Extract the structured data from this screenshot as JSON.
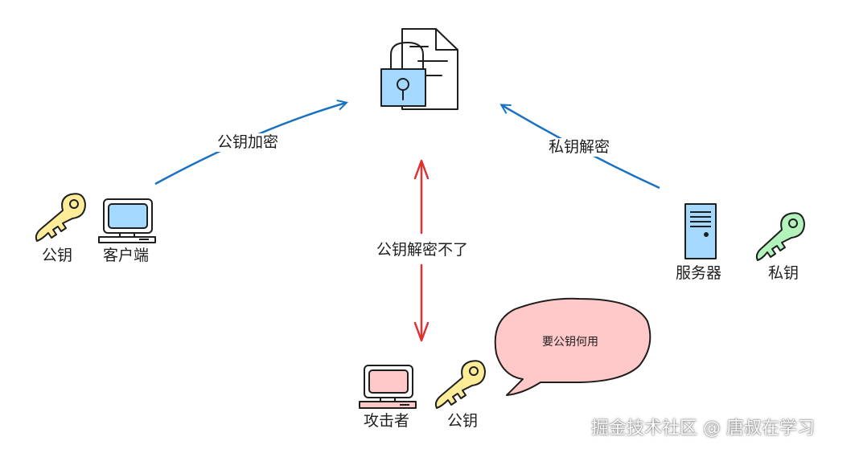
{
  "diagram": {
    "edges": {
      "client_to_lock": "公钥加密",
      "server_to_lock": "私钥解密",
      "attacker_to_lock": "公钥解密不了"
    },
    "nodes": {
      "client": {
        "label": "客户端",
        "key_label": "公钥"
      },
      "server": {
        "label": "服务器",
        "key_label": "私钥"
      },
      "attacker": {
        "label": "攻击者",
        "key_label": "公钥"
      }
    },
    "speech_bubble": "要公钥何用",
    "watermark": "掘金技术社区 @ 唐叔在学习"
  },
  "colors": {
    "blue_arrow": "#1971c2",
    "red_arrow": "#e03131",
    "yellow_key": "#ffec99",
    "green_key": "#b2f2bb",
    "blue_fill": "#a5d8ff",
    "pink_fill": "#ffc9c9"
  },
  "icons": [
    "document-lock-icon",
    "yellow-key-icon",
    "laptop-icon",
    "server-icon",
    "green-key-icon",
    "pink-laptop-icon",
    "speech-bubble-icon"
  ]
}
